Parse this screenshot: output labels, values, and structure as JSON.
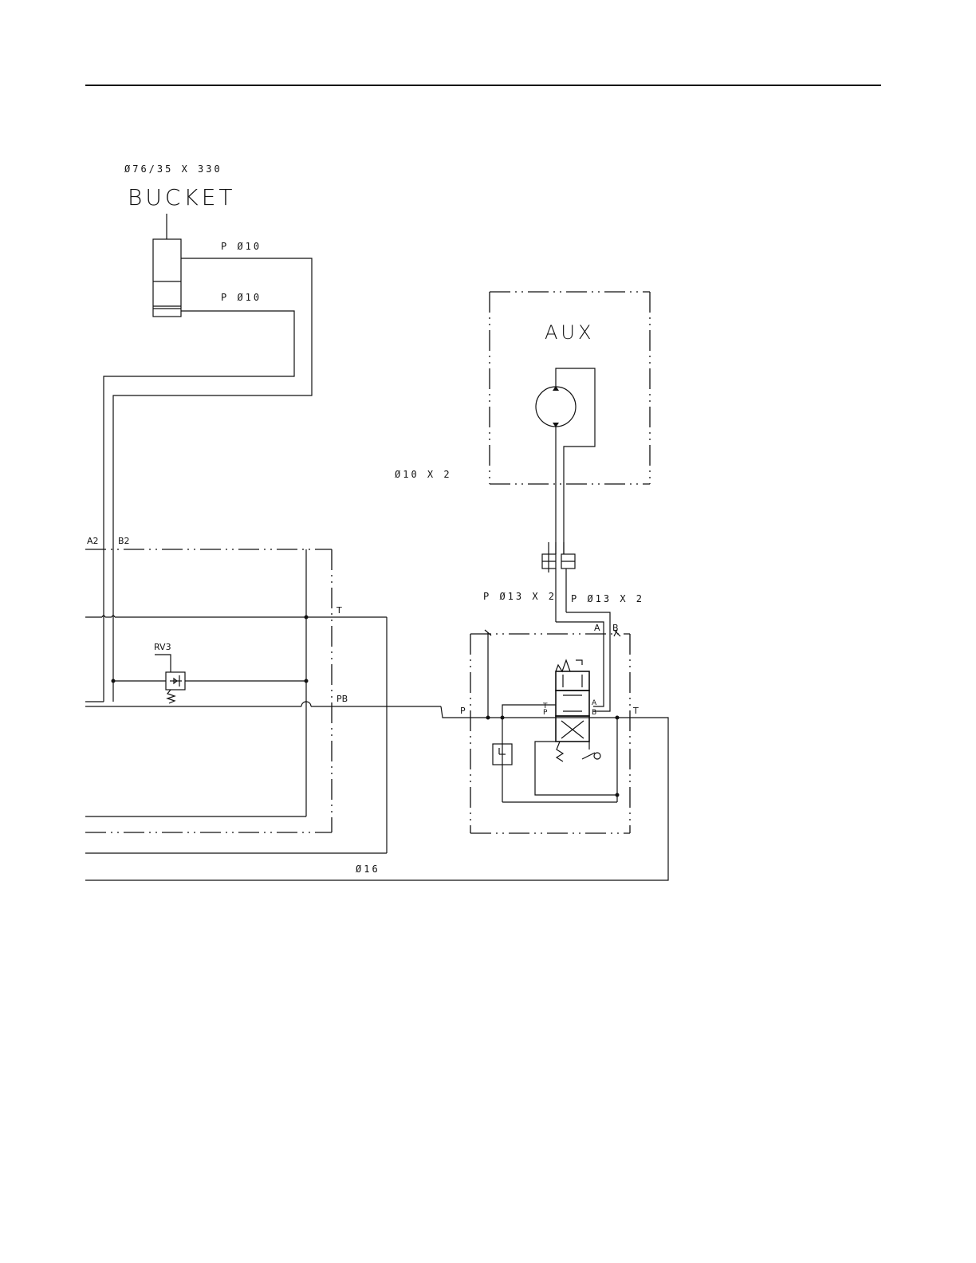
{
  "labels": {
    "cylinder_spec": "Ø76/35 X 330",
    "bucket": "BUCKET",
    "hose_top": "P Ø10",
    "hose_bottom": "P Ø10",
    "aux": "AUX",
    "aux_hose": "Ø10 X 2",
    "hose_left": "P Ø13 X 2",
    "hose_right": "P Ø13 X 2",
    "port_a2": "A2",
    "port_b2": "B2",
    "port_t": "T",
    "port_pb": "PB",
    "valve_rv3": "RV3",
    "port_a": "A",
    "port_b": "B",
    "port_p": "P",
    "port_t_right": "T",
    "return_line": "Ø16"
  }
}
